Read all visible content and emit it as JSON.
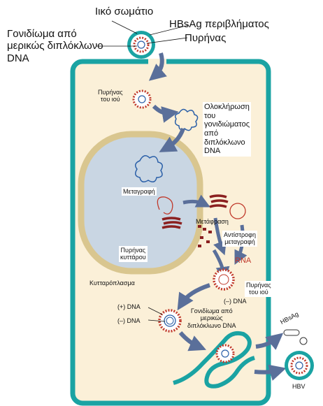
{
  "labels": {
    "viral_particle": "Ιικό σωμάτιο",
    "hbsag_envelope": "HBsAg περιβλήματος",
    "core": "Πυρήνας",
    "partial_dsdna": "Γονιδίωμα από μερικώς διπλόκλωνο DNA",
    "partial_dsdna_line1": "Γονιδίωμα από",
    "partial_dsdna_line2": "μερικώς διπλόκλωνο",
    "partial_dsdna_line3": "DNA",
    "virus_core_line1": "Πυρήνας",
    "virus_core_line2": "του ιού",
    "integration_line1": "Ολοκλήρωση",
    "integration_line2": "του",
    "integration_line3": "γονιδιώματος",
    "integration_line4": "από",
    "integration_line5": "διπλόκλωνο",
    "integration_line6": "DNA",
    "transcription": "Μεταγραφή",
    "translation": "Μετάφραση",
    "reverse_transcription_line1": "Αντίστροφη",
    "reverse_transcription_line2": "μεταγραφή",
    "rna": "RNA",
    "cell_nucleus_line1": "Πυρήνας",
    "cell_nucleus_line2": "κυττάρου",
    "cytoplasm": "Κυτταρόπλασμα",
    "virus_core2_line1": "Πυρήνας",
    "virus_core2_line2": "του ιού",
    "minus_dna_a": "(–) DNA",
    "plus_dna": "(+) DNA",
    "minus_dna_b": "(–) DNA",
    "genome2_line1": "Γονιδίωμα από",
    "genome2_line2": "μερικώς",
    "genome2_line3": "διπλόκλωνο DNA",
    "hbsag": "HBsAg",
    "hbv": "HBV"
  },
  "colors": {
    "cell_fill": "#fbf0d8",
    "membrane": "#1aa3a3",
    "nucleus_fill": "#c9d6e3",
    "nucleus_edge": "#d9c68f",
    "arrow": "#5a6f9a",
    "red": "#c0392b",
    "dna_blue": "#2a5fa8"
  }
}
